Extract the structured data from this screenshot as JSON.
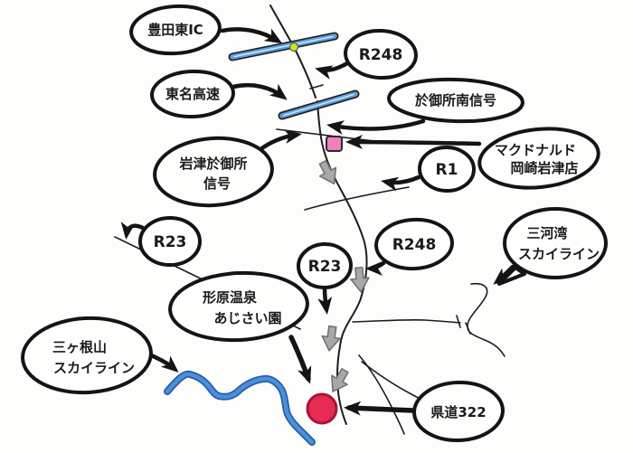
{
  "map": {
    "type": "hand-drawn route map",
    "region": "Okazaki / Mikawa area driving directions"
  },
  "bubbles": {
    "toyota_higashi_ic": {
      "label": "豊田東IC"
    },
    "r248_north": {
      "label": "R248"
    },
    "tomei_expressway": {
      "label": "東名高速"
    },
    "ogosho_minami_signal": {
      "label": "於御所南信号"
    },
    "iwazu_ogosho_signal": {
      "line1": "岩津於御所",
      "line2": "信号"
    },
    "mcdonalds_okazaki_iwazu": {
      "line1": "マクドナルド",
      "line2": "岡崎岩津店"
    },
    "r1": {
      "label": "R1"
    },
    "r23_west": {
      "label": "R23"
    },
    "r23_center": {
      "label": "R23"
    },
    "r248_south": {
      "label": "R248"
    },
    "mikawa_bay_skyline": {
      "line1": "三河湾",
      "line2": "スカイライン"
    },
    "katahara_onsen_ajisaien": {
      "line1": "形原温泉",
      "line2": "あじさい園"
    },
    "sanganesan_skyline": {
      "line1": "三ヶ根山",
      "line2": "スカイライン"
    },
    "kendo_322": {
      "label": "県道322"
    }
  },
  "colors": {
    "expressway_blue": "#5d9fe0",
    "expressway_center": "#d7eaf9",
    "river_blue": "#4a90d9",
    "river_edge": "#2a5ca8",
    "destination_red": "#e52b52",
    "destination_edge": "#a81538",
    "mcdonalds_pink": "#f07fc0",
    "interchange_yellow": "#d9e021",
    "route_arrow_gray": "#a8a8a8",
    "ink_black": "#141414"
  }
}
